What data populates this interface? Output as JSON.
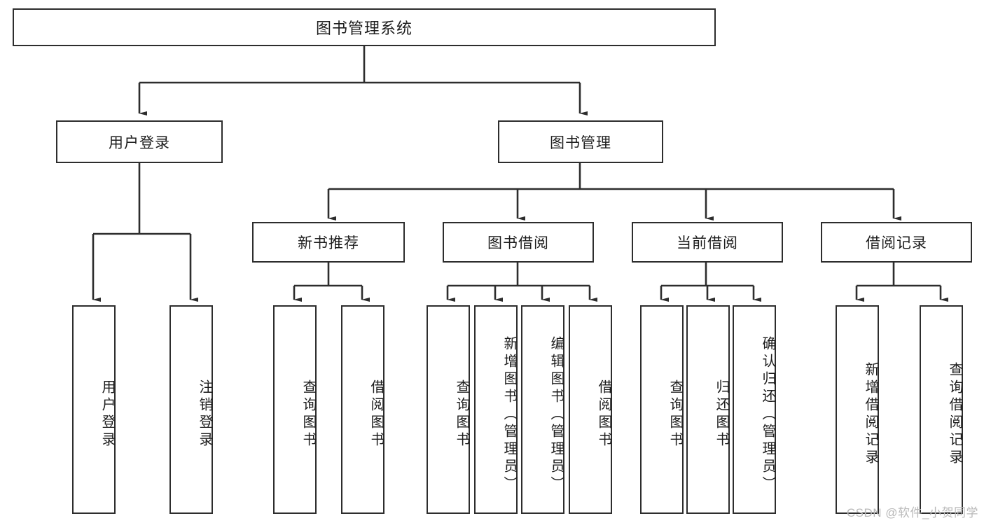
{
  "diagram": {
    "type": "tree-hierarchy",
    "title": "图书管理系统",
    "root": {
      "label": "图书管理系统"
    },
    "level1": [
      {
        "label": "用户登录"
      },
      {
        "label": "图书管理"
      }
    ],
    "level2": [
      {
        "label": "新书推荐"
      },
      {
        "label": "图书借阅"
      },
      {
        "label": "当前借阅"
      },
      {
        "label": "借阅记录"
      }
    ],
    "leaves": {
      "user_login": [
        {
          "label": "用户登录"
        },
        {
          "label": "注销登录"
        }
      ],
      "new_book_recommend": [
        {
          "label": "查询图书"
        },
        {
          "label": "借阅图书"
        }
      ],
      "book_borrow": [
        {
          "label": "查询图书"
        },
        {
          "label": "新增图书（管理员）"
        },
        {
          "label": "编辑图书（管理员）"
        },
        {
          "label": "借阅图书"
        }
      ],
      "current_borrow": [
        {
          "label": "查询图书"
        },
        {
          "label": "归还图书"
        },
        {
          "label": "确认归还（管理员）"
        }
      ],
      "borrow_record": [
        {
          "label": "新增借阅记录"
        },
        {
          "label": "查询借阅记录"
        }
      ]
    }
  },
  "watermark": {
    "text": "CSDN @软件_小贺同学"
  },
  "colors": {
    "border": "#2d2d2d",
    "background": "#ffffff",
    "text": "#1d1d1d",
    "watermark": "#b9b9b9"
  }
}
